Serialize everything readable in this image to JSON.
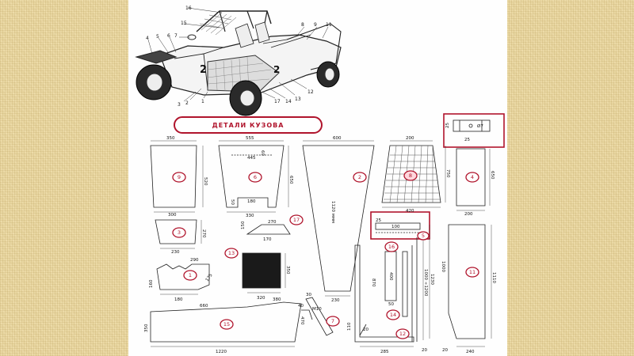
{
  "title": "ДЕТАЛИ КУЗОВА",
  "car": {
    "number": "2",
    "callouts": [
      "1",
      "2",
      "3",
      "4",
      "5",
      "6",
      "7",
      "8",
      "9",
      "11",
      "12",
      "13",
      "14",
      "15",
      "16",
      "17"
    ]
  },
  "parts": {
    "p9": {
      "num": "9",
      "top": "350",
      "side": "520",
      "bottom": "300"
    },
    "p3": {
      "num": "3",
      "side": "270",
      "bottom": "230"
    },
    "p6": {
      "num": "6",
      "top": "555",
      "inner_top": "445",
      "side": "650",
      "small": "60",
      "cut": "180",
      "cut_h": "50",
      "bottom": "330"
    },
    "p2": {
      "num": "2",
      "top": "600",
      "side": "1120 ммм",
      "bottom": "230"
    },
    "p8": {
      "num": "8",
      "top": "200",
      "side": "750",
      "bottom": "420"
    },
    "p4": {
      "num": "4",
      "side": "650",
      "bottom": "200"
    },
    "inset": {
      "a": "25",
      "b": "Ø7",
      "c": "25"
    },
    "p5": {
      "num": "5",
      "val": "100",
      "small": "25"
    },
    "p17": {
      "num": "17",
      "top": "270",
      "bottom": "170",
      "side": "150"
    },
    "p13": {
      "num": "13",
      "side": "350",
      "bottom": "320"
    },
    "p1": {
      "num": "1",
      "top": "290",
      "side": "175",
      "left": "160",
      "bottom": "180"
    },
    "p15": {
      "num": "15",
      "top": "660",
      "top_r": "380",
      "left": "350",
      "right": "470",
      "bottom": "1220"
    },
    "p7": {
      "num": "7",
      "a": "30",
      "b": "40",
      "c": "М10"
    },
    "p16": {
      "num": "16",
      "h": "400",
      "w": "50"
    },
    "p14": {
      "num": "14"
    },
    "p12": {
      "num": "12",
      "h1": "870",
      "h2": "1000 ÷1200",
      "h3": "1230",
      "w": "20",
      "bottom": "285",
      "small": "20",
      "side": "110"
    },
    "p11": {
      "num": "11",
      "h1": "1000",
      "h2": "1110",
      "w": "20",
      "bottom": "240"
    }
  }
}
